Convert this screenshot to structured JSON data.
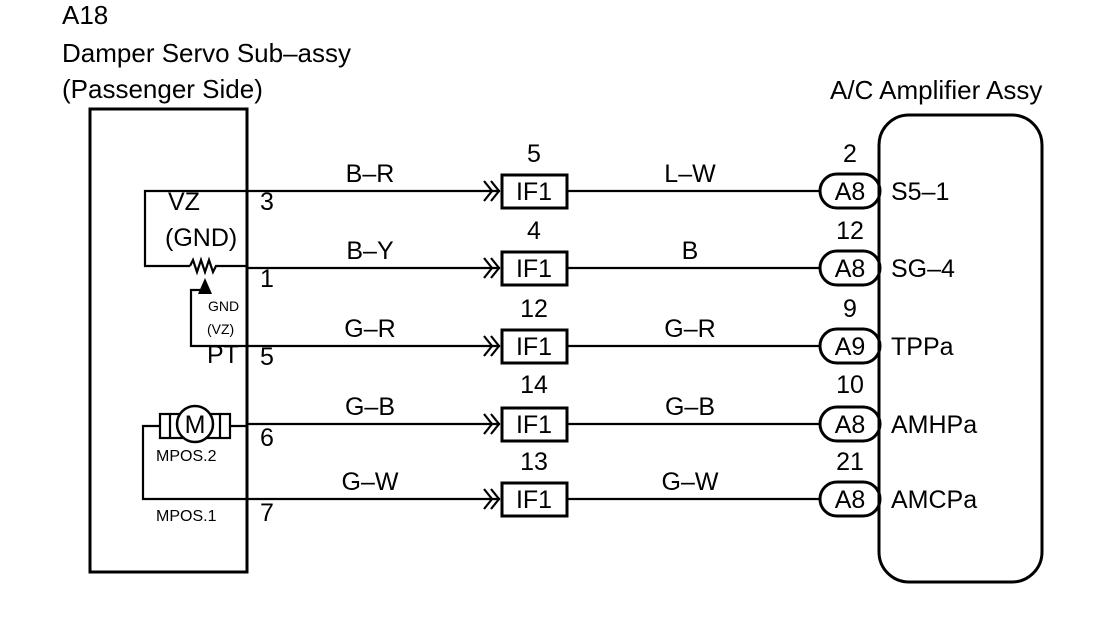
{
  "component": {
    "code": "A18",
    "name": "Damper Servo Sub–assy",
    "side": "(Passenger Side)"
  },
  "amplifier": {
    "name": "A/C Amplifier Assy"
  },
  "internal": {
    "vz_label": "VZ",
    "gnd_label": "(GND)",
    "gnd_small": "GND",
    "vz_small": "(VZ)",
    "pt_label": "PT",
    "motor_label": "M",
    "mpos2_label": "MPOS.2",
    "mpos1_label": "MPOS.1"
  },
  "wires": [
    {
      "pin": "3",
      "color_in": "B–R",
      "junction_pin": "5",
      "junction": "IF1",
      "color_out": "L–W",
      "connector": "A8",
      "conn_pin": "2",
      "terminal": "S5–1"
    },
    {
      "pin": "1",
      "color_in": "B–Y",
      "junction_pin": "4",
      "junction": "IF1",
      "color_out": "B",
      "connector": "A8",
      "conn_pin": "12",
      "terminal": "SG–4"
    },
    {
      "pin": "5",
      "color_in": "G–R",
      "junction_pin": "12",
      "junction": "IF1",
      "color_out": "G–R",
      "connector": "A9",
      "conn_pin": "9",
      "terminal": "TPPa"
    },
    {
      "pin": "6",
      "color_in": "G–B",
      "junction_pin": "14",
      "junction": "IF1",
      "color_out": "G–B",
      "connector": "A8",
      "conn_pin": "10",
      "terminal": "AMHPa"
    },
    {
      "pin": "7",
      "color_in": "G–W",
      "junction_pin": "13",
      "junction": "IF1",
      "color_out": "G–W",
      "connector": "A8",
      "conn_pin": "21",
      "terminal": "AMCPa"
    }
  ]
}
